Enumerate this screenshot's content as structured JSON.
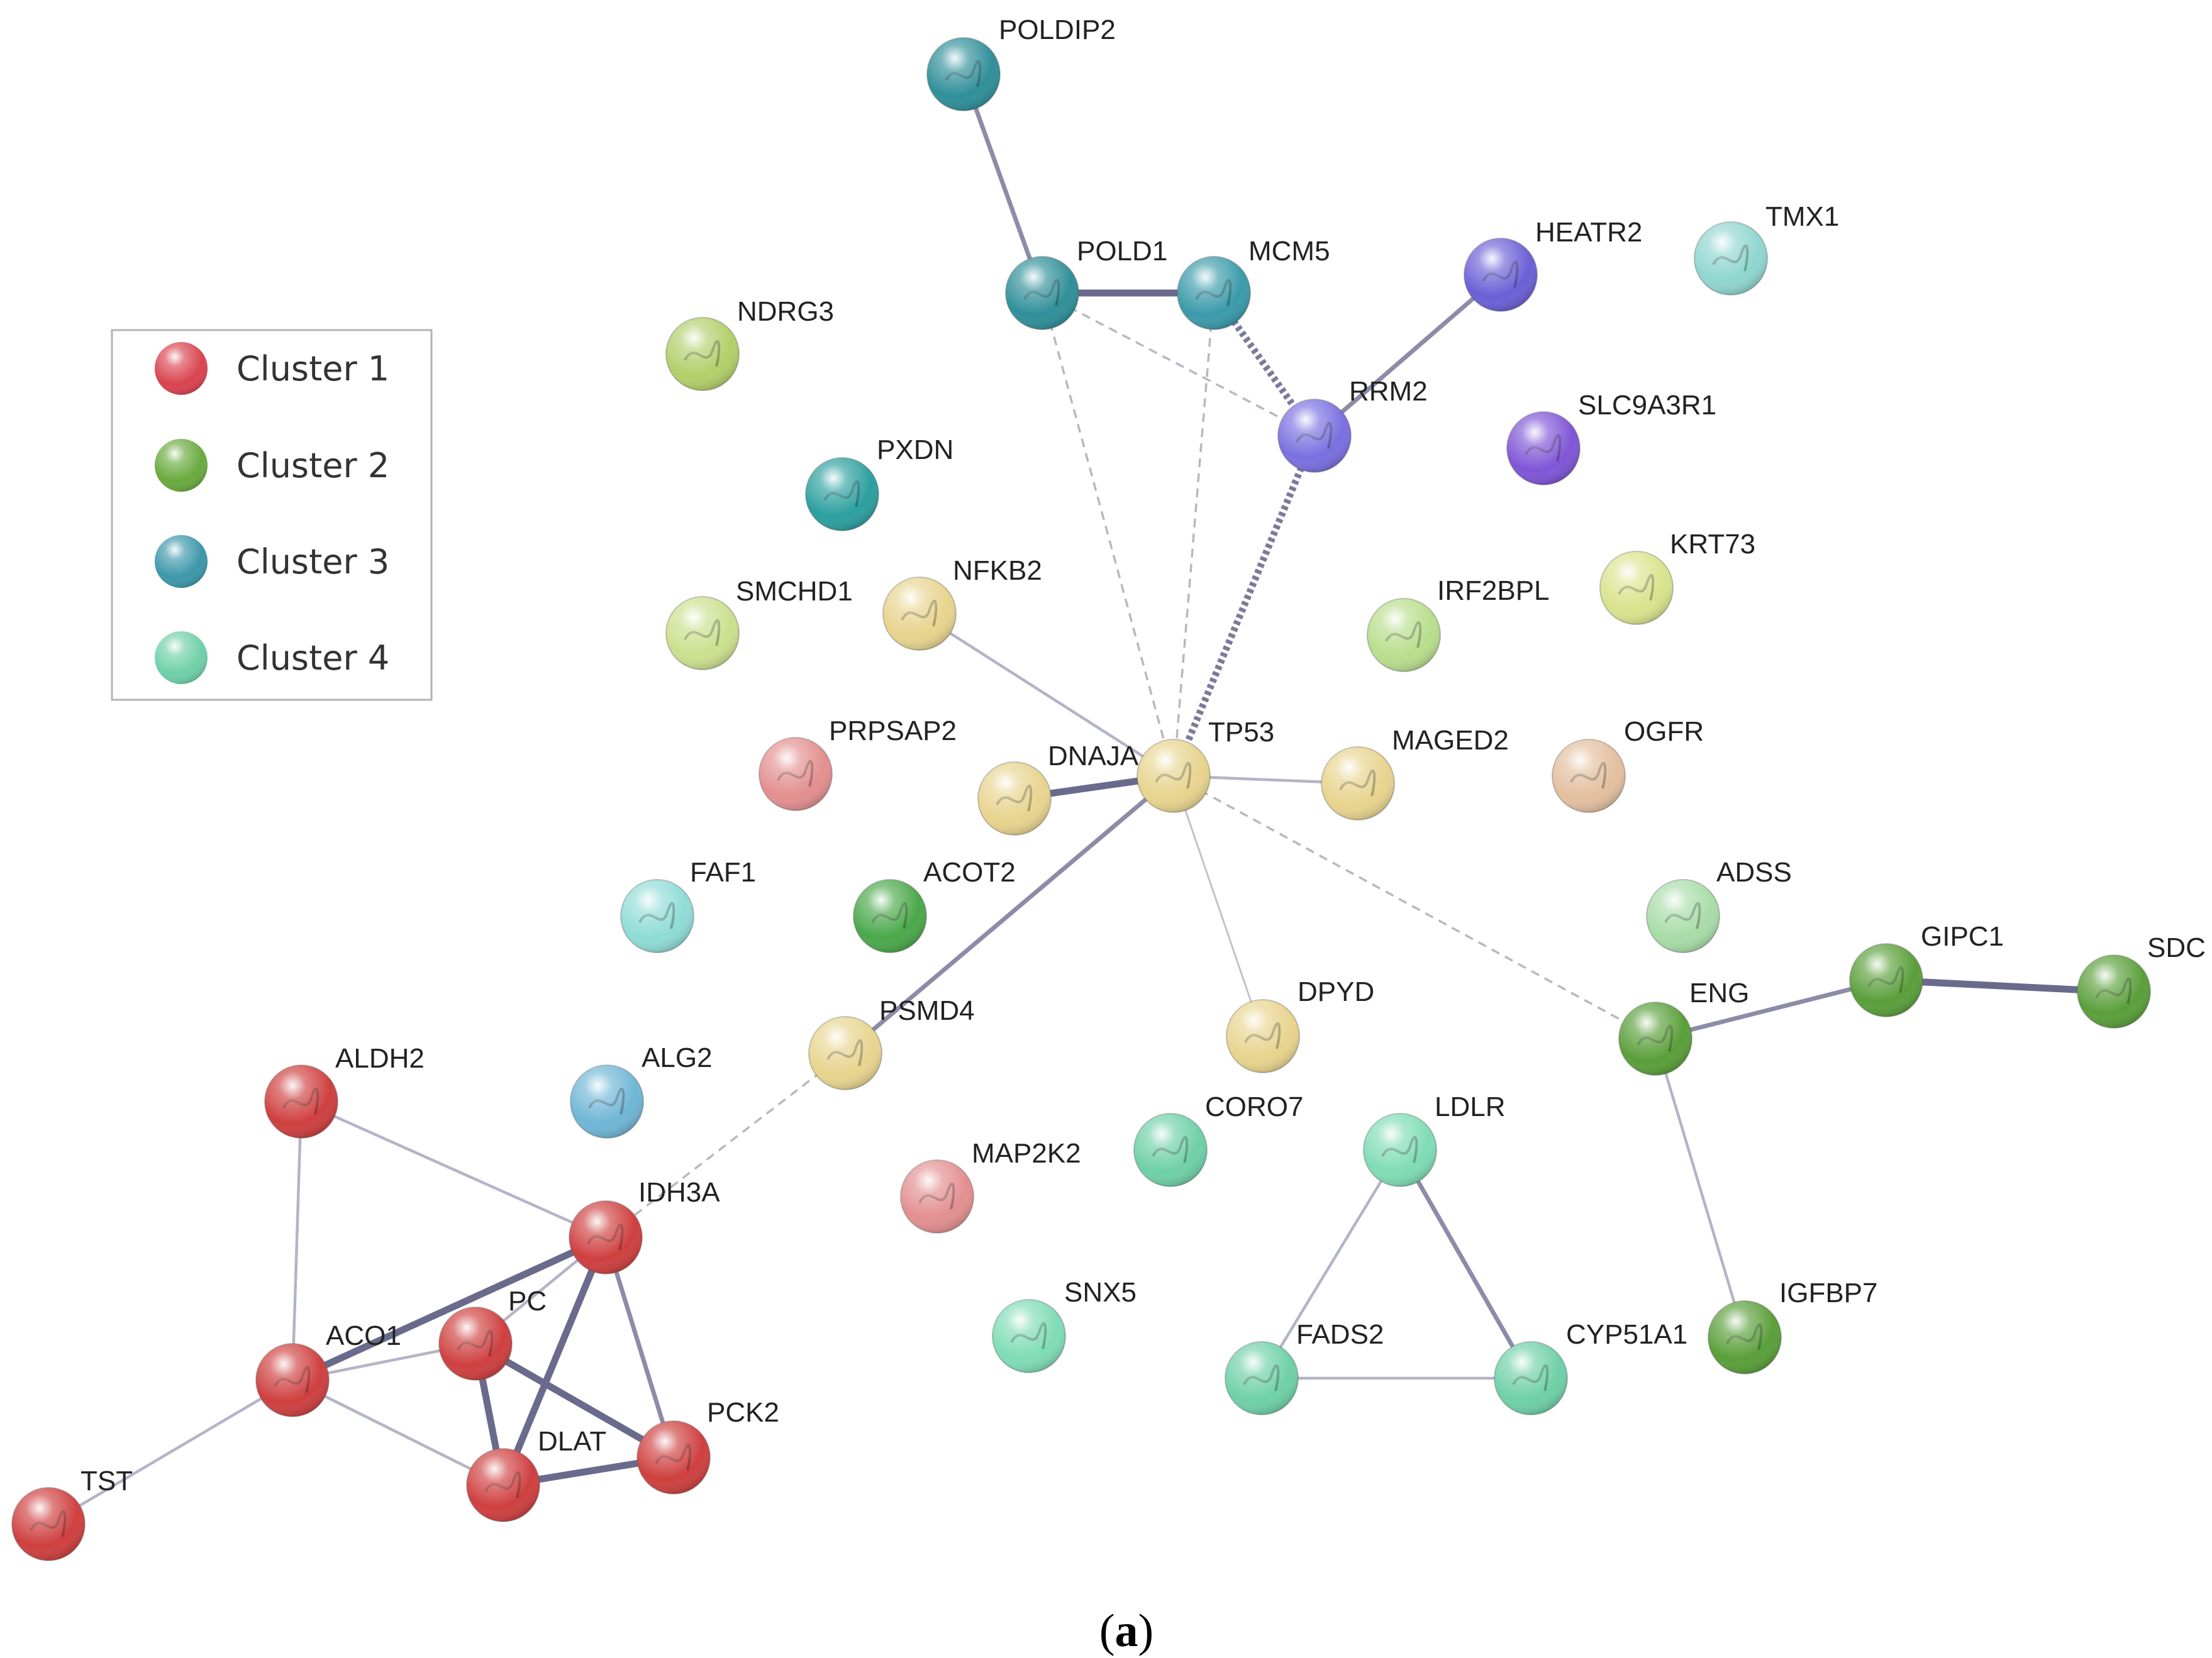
{
  "legend": {
    "items": [
      {
        "label": "Cluster 1",
        "color": "#d9434f"
      },
      {
        "label": "Cluster 2",
        "color": "#6aaa3e"
      },
      {
        "label": "Cluster 3",
        "color": "#3c97aa"
      },
      {
        "label": "Cluster 4",
        "color": "#6fd0a8"
      }
    ]
  },
  "nodes": [
    {
      "id": "POLDIP2",
      "label": "POLDIP2",
      "color": "#2f8f99"
    },
    {
      "id": "POLD1",
      "label": "POLD1",
      "color": "#2f8f99"
    },
    {
      "id": "MCM5",
      "label": "MCM5",
      "color": "#3a9aaa"
    },
    {
      "id": "HEATR2",
      "label": "HEATR2",
      "color": "#6b5fd6"
    },
    {
      "id": "TMX1",
      "label": "TMX1",
      "color": "#8fd6cf"
    },
    {
      "id": "NDRG3",
      "label": "NDRG3",
      "color": "#b2cf6a"
    },
    {
      "id": "RRM2",
      "label": "RRM2",
      "color": "#7a6fe0"
    },
    {
      "id": "SLC9A3R1",
      "label": "SLC9A3R1",
      "color": "#7f55d6"
    },
    {
      "id": "PXDN",
      "label": "PXDN",
      "color": "#2c9f9f"
    },
    {
      "id": "NFKB2",
      "label": "NFKB2",
      "color": "#e8d48e"
    },
    {
      "id": "SMCHD1",
      "label": "SMCHD1",
      "color": "#cbe08e"
    },
    {
      "id": "KRT73",
      "label": "KRT73",
      "color": "#d9e38c"
    },
    {
      "id": "IRF2BPL",
      "label": "IRF2BPL",
      "color": "#b8de8c"
    },
    {
      "id": "PRPSAP2",
      "label": "PRPSAP2",
      "color": "#e38f8f"
    },
    {
      "id": "DNAJA",
      "label": "DNAJA",
      "color": "#e8d48e"
    },
    {
      "id": "TP53",
      "label": "TP53",
      "color": "#e8d48e"
    },
    {
      "id": "MAGED2",
      "label": "MAGED2",
      "color": "#e8d48e"
    },
    {
      "id": "OGFR",
      "label": "OGFR",
      "color": "#e3bf9f"
    },
    {
      "id": "FAF1",
      "label": "FAF1",
      "color": "#8fdcd6"
    },
    {
      "id": "ACOT2",
      "label": "ACOT2",
      "color": "#4aa84a"
    },
    {
      "id": "ADSS",
      "label": "ADSS",
      "color": "#a8dca8"
    },
    {
      "id": "PSMD4",
      "label": "PSMD4",
      "color": "#e8d48e"
    },
    {
      "id": "DPYD",
      "label": "DPYD",
      "color": "#e8d48e"
    },
    {
      "id": "ENG",
      "label": "ENG",
      "color": "#5a9f3a"
    },
    {
      "id": "GIPC1",
      "label": "GIPC1",
      "color": "#5a9f3a"
    },
    {
      "id": "SDC",
      "label": "SDC",
      "color": "#5a9f3a"
    },
    {
      "id": "ALDH2",
      "label": "ALDH2",
      "color": "#cf3f3f"
    },
    {
      "id": "ALG2",
      "label": "ALG2",
      "color": "#6fb6d6"
    },
    {
      "id": "CORO7",
      "label": "CORO7",
      "color": "#6fd0a8"
    },
    {
      "id": "LDLR",
      "label": "LDLR",
      "color": "#7fdcb6"
    },
    {
      "id": "MAP2K2",
      "label": "MAP2K2",
      "color": "#e38f8f"
    },
    {
      "id": "IDH3A",
      "label": "IDH3A",
      "color": "#cf3f3f"
    },
    {
      "id": "PC",
      "label": "PC",
      "color": "#cf3f3f"
    },
    {
      "id": "ACO1",
      "label": "ACO1",
      "color": "#cf3f3f"
    },
    {
      "id": "SNX5",
      "label": "SNX5",
      "color": "#7fdcb6"
    },
    {
      "id": "FADS2",
      "label": "FADS2",
      "color": "#6fd0a8"
    },
    {
      "id": "CYP51A1",
      "label": "CYP51A1",
      "color": "#6fd0a8"
    },
    {
      "id": "IGFBP7",
      "label": "IGFBP7",
      "color": "#5a9f3a"
    },
    {
      "id": "PCK2",
      "label": "PCK2",
      "color": "#cf3f3f"
    },
    {
      "id": "DLAT",
      "label": "DLAT",
      "color": "#cf3f3f"
    },
    {
      "id": "TST",
      "label": "TST",
      "color": "#cf3f3f"
    }
  ],
  "edges": [
    {
      "source": "POLDIP2",
      "target": "POLD1",
      "style": "solid",
      "weight": "medium"
    },
    {
      "source": "POLD1",
      "target": "MCM5",
      "style": "solid",
      "weight": "strong"
    },
    {
      "source": "HEATR2",
      "target": "RRM2",
      "style": "solid",
      "weight": "medium"
    },
    {
      "source": "MCM5",
      "target": "RRM2",
      "style": "dotted",
      "weight": "strong"
    },
    {
      "source": "RRM2",
      "target": "TP53",
      "style": "dotted",
      "weight": "strong"
    },
    {
      "source": "POLD1",
      "target": "RRM2",
      "style": "dashed",
      "weight": "light"
    },
    {
      "source": "POLD1",
      "target": "TP53",
      "style": "dashed",
      "weight": "light"
    },
    {
      "source": "MCM5",
      "target": "TP53",
      "style": "dashed",
      "weight": "light"
    },
    {
      "source": "NFKB2",
      "target": "TP53",
      "style": "solid",
      "weight": "light"
    },
    {
      "source": "DNAJA",
      "target": "TP53",
      "style": "solid",
      "weight": "strong"
    },
    {
      "source": "TP53",
      "target": "MAGED2",
      "style": "solid",
      "weight": "light"
    },
    {
      "source": "TP53",
      "target": "PSMD4",
      "style": "solid",
      "weight": "medium"
    },
    {
      "source": "TP53",
      "target": "DPYD",
      "style": "solid",
      "weight": "thin"
    },
    {
      "source": "TP53",
      "target": "ENG",
      "style": "dashed",
      "weight": "light"
    },
    {
      "source": "ENG",
      "target": "GIPC1",
      "style": "solid",
      "weight": "medium"
    },
    {
      "source": "GIPC1",
      "target": "SDC",
      "style": "solid",
      "weight": "strong"
    },
    {
      "source": "ENG",
      "target": "IGFBP7",
      "style": "solid",
      "weight": "light"
    },
    {
      "source": "PSMD4",
      "target": "IDH3A",
      "style": "dashed",
      "weight": "light"
    },
    {
      "source": "ALDH2",
      "target": "IDH3A",
      "style": "solid",
      "weight": "light"
    },
    {
      "source": "ALDH2",
      "target": "ACO1",
      "style": "solid",
      "weight": "light"
    },
    {
      "source": "ACO1",
      "target": "IDH3A",
      "style": "solid",
      "weight": "strong"
    },
    {
      "source": "ACO1",
      "target": "PC",
      "style": "solid",
      "weight": "light"
    },
    {
      "source": "ACO1",
      "target": "DLAT",
      "style": "solid",
      "weight": "light"
    },
    {
      "source": "ACO1",
      "target": "TST",
      "style": "solid",
      "weight": "light"
    },
    {
      "source": "PC",
      "target": "IDH3A",
      "style": "solid",
      "weight": "light"
    },
    {
      "source": "PC",
      "target": "DLAT",
      "style": "solid",
      "weight": "strong"
    },
    {
      "source": "PC",
      "target": "PCK2",
      "style": "solid",
      "weight": "strong"
    },
    {
      "source": "IDH3A",
      "target": "DLAT",
      "style": "solid",
      "weight": "strong"
    },
    {
      "source": "IDH3A",
      "target": "PCK2",
      "style": "solid",
      "weight": "medium"
    },
    {
      "source": "DLAT",
      "target": "PCK2",
      "style": "solid",
      "weight": "strong"
    },
    {
      "source": "LDLR",
      "target": "FADS2",
      "style": "solid",
      "weight": "light"
    },
    {
      "source": "LDLR",
      "target": "CYP51A1",
      "style": "solid",
      "weight": "medium"
    },
    {
      "source": "FADS2",
      "target": "CYP51A1",
      "style": "solid",
      "weight": "light"
    }
  ],
  "caption": {
    "open": "(",
    "letter": "a",
    "close": ")"
  }
}
